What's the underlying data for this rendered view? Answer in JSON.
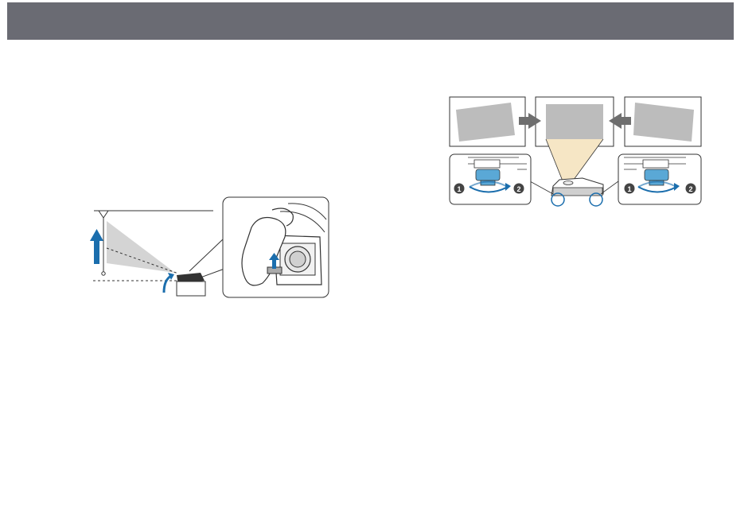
{
  "header": {
    "color": "#6a6b73"
  },
  "colors": {
    "accent_blue": "#1b6ead",
    "knob_blue": "#5aa8d6",
    "screen_gray": "#bcbcbc",
    "light_beam": "#f6e6c5",
    "line": "#333333"
  },
  "left_figure": {
    "icons": [
      "up-arrow-icon",
      "tilt-arrow-icon",
      "foot-release-lever-icon"
    ]
  },
  "right_figure": {
    "callout_left": {
      "step_1": "1",
      "step_2": "2"
    },
    "callout_right": {
      "step_1": "1",
      "step_2": "2"
    },
    "icons": [
      "right-arrow-icon",
      "left-arrow-icon",
      "rotate-knob-icon"
    ]
  }
}
